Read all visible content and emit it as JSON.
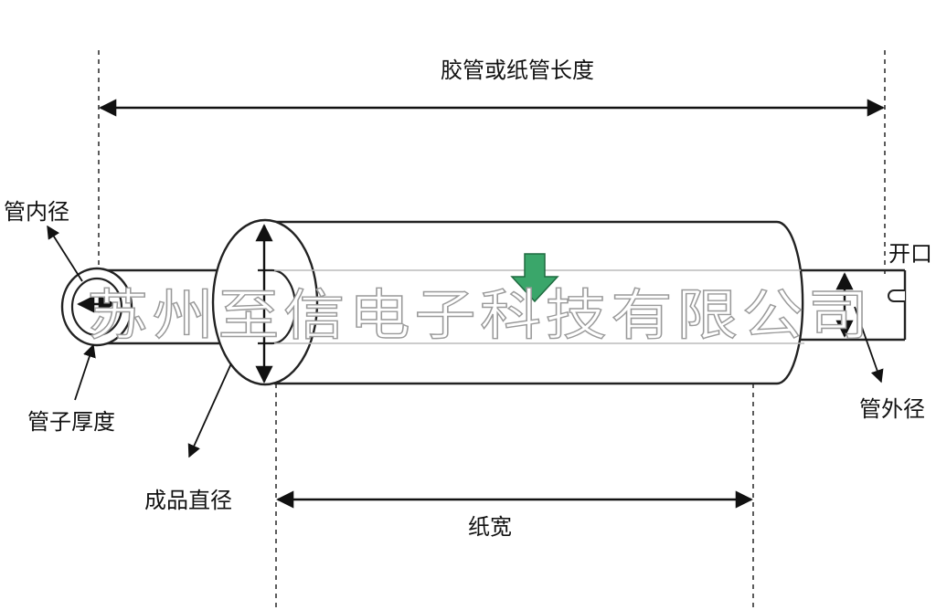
{
  "labels": {
    "total_length": "胶管或纸管长度",
    "inner_diameter": "管内径",
    "tube_thickness": "管子厚度",
    "product_diameter": "成品直径",
    "paper_width": "纸宽",
    "opening": "开口",
    "outer_diameter": "管外径"
  },
  "watermark": "苏州至信电子科技有限公司",
  "colors": {
    "arrow_fill": "#3aa66a",
    "arrow_stroke": "#1f6b40",
    "line": "#111111"
  }
}
